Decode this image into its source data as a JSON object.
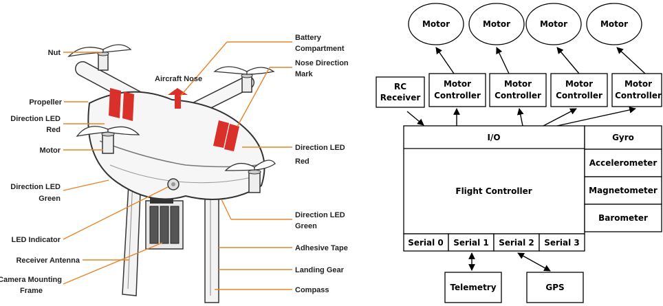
{
  "drone_callouts": {
    "nut": "Nut",
    "propeller": "Propeller",
    "direction_led_red_left_1": "Direction LED",
    "direction_led_red_left_2": "Red",
    "motor": "Motor",
    "direction_led_green_left_1": "Direction LED",
    "direction_led_green_left_2": "Green",
    "led_indicator": "LED Indicator",
    "receiver_antenna": "Receiver Antenna",
    "camera_mounting_1": "Camera Mounting",
    "camera_mounting_2": "Frame",
    "battery_1": "Battery",
    "battery_2": "Compartment",
    "aircraft_nose": "Aircraft Nose",
    "nose_direction_1": "Nose Direction",
    "nose_direction_2": "Mark",
    "direction_led_red_right_1": "Direction LED",
    "direction_led_red_right_2": "Red",
    "direction_led_green_right_1": "Direction LED",
    "direction_led_green_right_2": "Green",
    "adhesive_tape": "Adhesive Tape",
    "landing_gear": "Landing Gear",
    "compass": "Compass"
  },
  "block_diagram": {
    "motors": [
      "Motor",
      "Motor",
      "Motor",
      "Motor"
    ],
    "rc_receiver_1": "RC",
    "rc_receiver_2": "Receiver",
    "motor_controller_1": "Motor",
    "motor_controller_2": "Controller",
    "io": "I/O",
    "flight_controller": "Flight Controller",
    "gyro": "Gyro",
    "accelerometer": "Accelerometer",
    "magnetometer": "Magnetometer",
    "barometer": "Barometer",
    "serials": [
      "Serial 0",
      "Serial 1",
      "Serial 2",
      "Serial 3"
    ],
    "telemetry": "Telemetry",
    "gps": "GPS"
  },
  "colors": {
    "callout_line": "#e8832a",
    "stripe_red": "#d9302a",
    "drone_body": "#f4f4f4",
    "drone_outline": "#333333"
  }
}
